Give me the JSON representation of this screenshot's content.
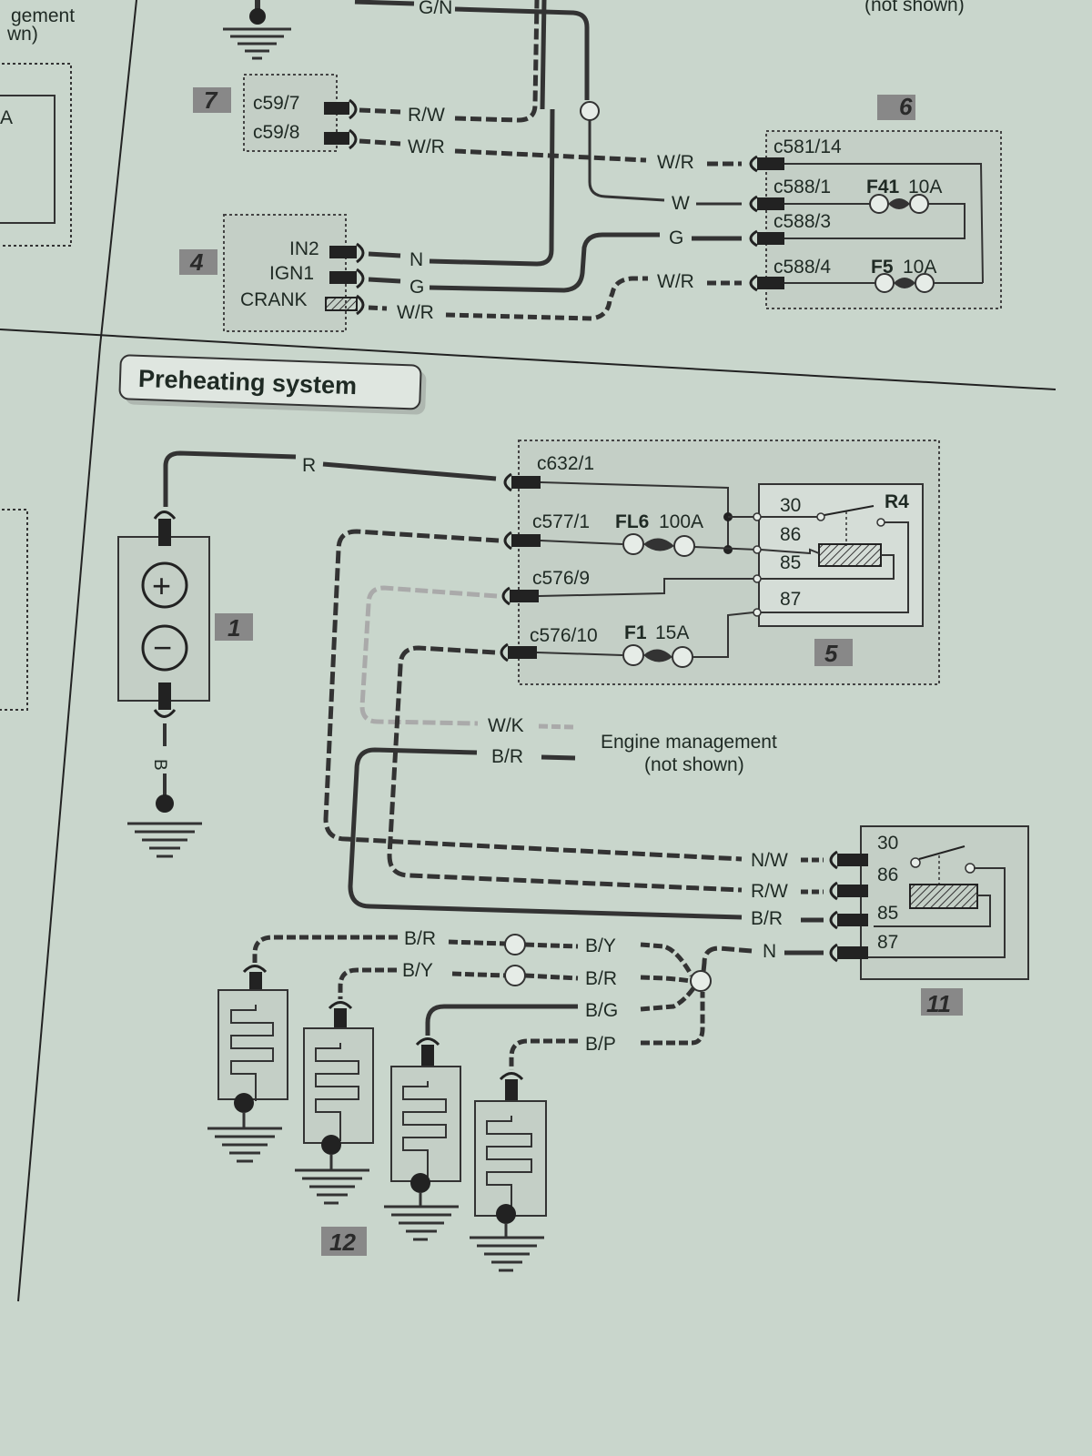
{
  "top_fragments": {
    "left_partial_1": "gement",
    "left_partial_2": "wn)",
    "left_partial_3": "A",
    "right_partial": "(not shown)"
  },
  "top_section": {
    "component_7": {
      "number": "7",
      "pins": [
        "c59/7",
        "c59/8"
      ]
    },
    "component_4": {
      "number": "4",
      "pins": [
        "IN2",
        "IGN1",
        "CRANK"
      ]
    },
    "component_6": {
      "number": "6",
      "pins": [
        "c581/14",
        "c588/1",
        "c588/3",
        "c588/4"
      ],
      "fuses": [
        {
          "id": "F41",
          "rating": "10A"
        },
        {
          "id": "F5",
          "rating": "10A"
        }
      ]
    },
    "wire_labels": {
      "gn": "G/N",
      "rw": "R/W",
      "wr_1": "W/R",
      "wr_2": "W/R",
      "w": "W",
      "g_1": "G",
      "g_2": "G",
      "n": "N",
      "wr_3": "W/R",
      "wr_4": "W/R"
    }
  },
  "section_title": "Preheating system",
  "preheating": {
    "battery": {
      "number": "1",
      "plus": "+",
      "minus": "−",
      "wire_top": "R",
      "wire_bottom": "B"
    },
    "fusebox_5": {
      "number": "5",
      "pins": [
        "c632/1",
        "c577/1",
        "c576/9",
        "c576/10"
      ],
      "fuses": [
        {
          "id": "FL6",
          "rating": "100A"
        },
        {
          "id": "F1",
          "rating": "15A"
        }
      ],
      "relay": {
        "id": "R4",
        "terminals": [
          "30",
          "86",
          "85",
          "87"
        ]
      }
    },
    "engine_management": {
      "wires": [
        "W/K",
        "B/R"
      ],
      "label_1": "Engine management",
      "label_2": "(not shown)"
    },
    "relay_11": {
      "number": "11",
      "terminals": [
        "30",
        "86",
        "85",
        "87"
      ],
      "wires": [
        "N/W",
        "R/W",
        "B/R",
        "N"
      ]
    },
    "glow_plugs_12": {
      "number": "12",
      "wires_left": [
        "B/R",
        "B/Y"
      ],
      "wires_right": [
        "B/Y",
        "B/R",
        "B/G",
        "B/P"
      ]
    }
  }
}
